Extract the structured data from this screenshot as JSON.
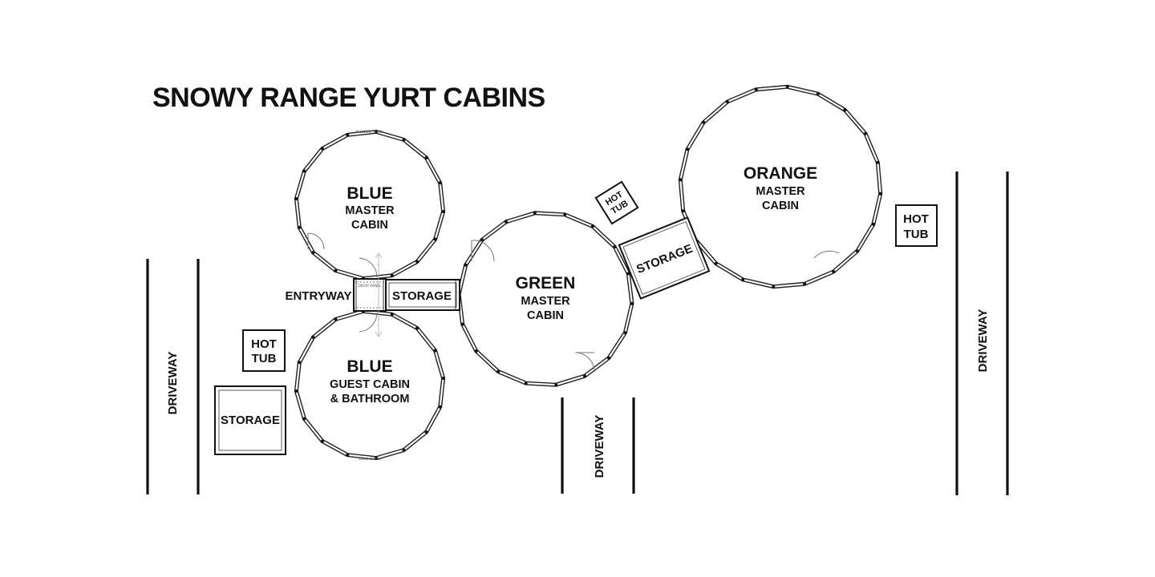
{
  "title": "SNOWY RANGE YURT CABINS",
  "colors": {
    "blue": "#2e6fa8",
    "green": "#5a9e7c",
    "orange": "#e2922f",
    "ink": "#111111"
  },
  "cabins": {
    "blue_master": {
      "color_name": "BLUE",
      "line1": "MASTER",
      "line2": "CABIN"
    },
    "blue_guest": {
      "color_name": "BLUE",
      "line1": "GUEST CABIN",
      "line2": "& BATHROOM"
    },
    "green_master": {
      "color_name": "GREEN",
      "line1": "MASTER",
      "line2": "CABIN"
    },
    "orange_master": {
      "color_name": "ORANGE",
      "line1": "MASTER",
      "line2": "CABIN"
    }
  },
  "rooms": {
    "entryway": "ENTRYWAY",
    "storage_link": "STORAGE",
    "storage_left": "STORAGE",
    "storage_tilted": "STORAGE"
  },
  "hot_tubs": {
    "left": {
      "line1": "HOT",
      "line2": "TUB"
    },
    "tilted": {
      "line1": "HOT",
      "line2": "TUB"
    },
    "right": {
      "line1": "HOT",
      "line2": "TUB"
    }
  },
  "driveways": {
    "left": "DRIVEWAY",
    "middle": "DRIVEWAY",
    "right": "DRIVEWAY"
  },
  "panel_labels": {
    "wall": "WALL PANEL",
    "window": "WINDOW PANEL",
    "door": "DOOR PANEL"
  }
}
